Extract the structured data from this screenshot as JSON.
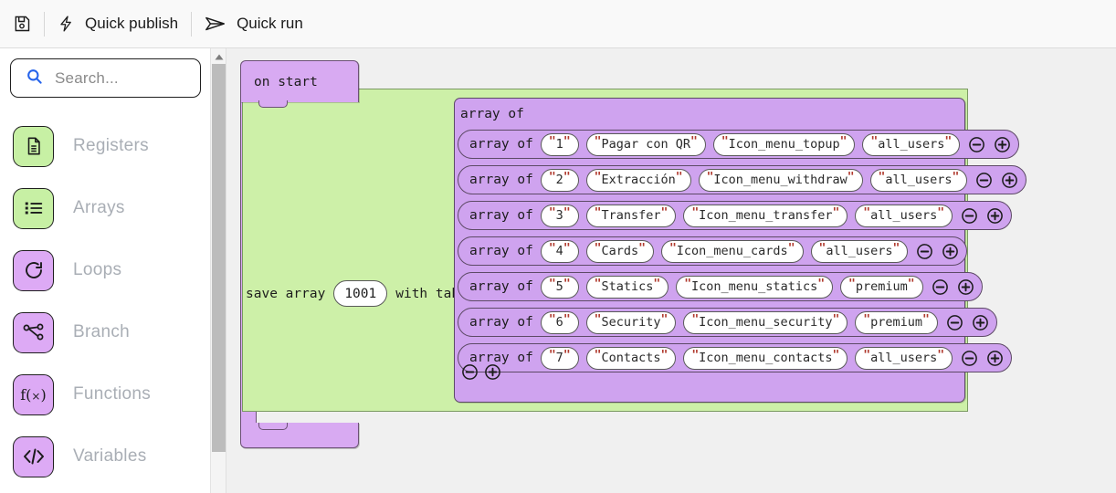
{
  "toolbar": {
    "save_icon": "floppy-disk-icon",
    "quick_publish_icon": "lightning-bolt-icon",
    "quick_publish_label": "Quick publish",
    "quick_run_icon": "paper-plane-icon",
    "quick_run_label": "Quick run"
  },
  "sidebar": {
    "search": {
      "icon": "search-icon",
      "value": "",
      "placeholder": "Search..."
    },
    "items": [
      {
        "label": "Registers",
        "icon": "document-icon",
        "color": "#c7f0a4"
      },
      {
        "label": "Arrays",
        "icon": "list-icon",
        "color": "#c7f0a4"
      },
      {
        "label": "Loops",
        "icon": "refresh-icon",
        "color": "#ddaaf5"
      },
      {
        "label": "Branch",
        "icon": "branch-icon",
        "color": "#ddaaf5"
      },
      {
        "label": "Functions",
        "icon": "function-icon",
        "color": "#ddaaf5"
      },
      {
        "label": "Variables",
        "icon": "code-icon",
        "color": "#ddaaf5"
      }
    ]
  },
  "canvas": {
    "event_block": {
      "label": "on start",
      "color": "#d8aaf2"
    },
    "statement": {
      "prefix": "save array",
      "number_value": "1001",
      "suffix": "with table",
      "color": "#cdf0a8"
    },
    "array_block": {
      "label": "array of",
      "color": "#cfa3ef",
      "minus_icon": "minus-circle-icon",
      "plus_icon": "plus-circle-icon",
      "rows": [
        {
          "label": "array of",
          "values": [
            "1",
            "Pagar con QR",
            "Icon_menu_topup",
            "all_users"
          ]
        },
        {
          "label": "array of",
          "values": [
            "2",
            "Extracción",
            "Icon_menu_withdraw",
            "all_users"
          ]
        },
        {
          "label": "array of",
          "values": [
            "3",
            "Transfer",
            "Icon_menu_transfer",
            "all_users"
          ]
        },
        {
          "label": "array of",
          "values": [
            "4",
            "Cards",
            "Icon_menu_cards",
            "all_users"
          ]
        },
        {
          "label": "array of",
          "values": [
            "5",
            "Statics",
            "Icon_menu_statics",
            "premium"
          ]
        },
        {
          "label": "array of",
          "values": [
            "6",
            "Security",
            "Icon_menu_security",
            "premium"
          ]
        },
        {
          "label": "array of",
          "values": [
            "7",
            "Contacts",
            "Icon_menu_contacts",
            "all_users"
          ]
        }
      ]
    }
  },
  "scrollbar": {
    "up_icon": "caret-up-icon"
  }
}
